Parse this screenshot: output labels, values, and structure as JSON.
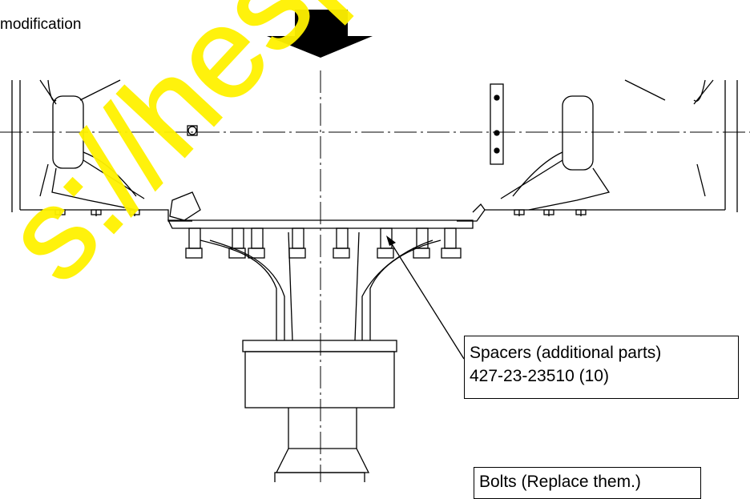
{
  "header": {
    "title": "modification"
  },
  "callouts": {
    "spacers": {
      "line1": "Spacers (additional parts)",
      "line2": "427-23-23510 (10)"
    },
    "bolts": {
      "line1": "Bolts (Replace them.)"
    }
  },
  "watermark": {
    "text": "s://hesparepar",
    "color": "#fff200"
  },
  "colors": {
    "ink": "#000000",
    "arrow": "#000000",
    "background": "#ffffff"
  }
}
